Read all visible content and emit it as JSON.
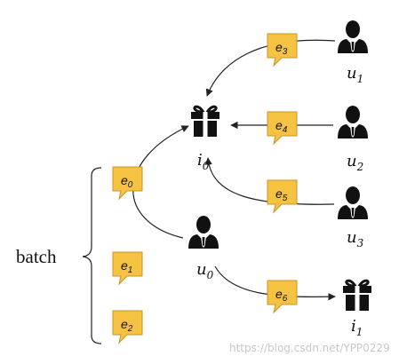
{
  "batch_label": "batch",
  "users": [
    {
      "base": "u",
      "sub": "1"
    },
    {
      "base": "u",
      "sub": "2"
    },
    {
      "base": "u",
      "sub": "3"
    },
    {
      "base": "u",
      "sub": "0"
    }
  ],
  "items": [
    {
      "base": "i",
      "sub": "0"
    },
    {
      "base": "i",
      "sub": "1"
    }
  ],
  "events": [
    {
      "base": "e",
      "sub": "0"
    },
    {
      "base": "e",
      "sub": "1"
    },
    {
      "base": "e",
      "sub": "2"
    },
    {
      "base": "e",
      "sub": "3"
    },
    {
      "base": "e",
      "sub": "4"
    },
    {
      "base": "e",
      "sub": "5"
    },
    {
      "base": "e",
      "sub": "6"
    }
  ],
  "watermark": "https://blog.csdn.net/YPP0229",
  "colors": {
    "event_fill": "#f5c242",
    "event_stroke": "#c8962a",
    "icon": "#111111",
    "edge": "#222222"
  }
}
